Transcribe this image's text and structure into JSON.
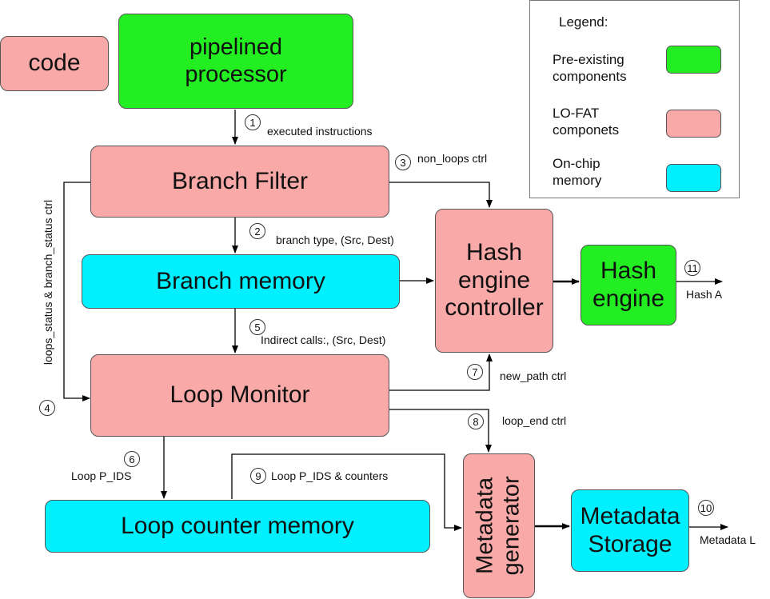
{
  "boxes": {
    "code": "code",
    "pipelined_processor": [
      "pipelined",
      "processor"
    ],
    "branch_filter": "Branch Filter",
    "branch_memory": "Branch memory",
    "loop_monitor": "Loop Monitor",
    "loop_counter_memory": "Loop counter memory",
    "hash_engine_controller": [
      "Hash",
      "engine",
      "controller"
    ],
    "hash_engine": [
      "Hash",
      "engine"
    ],
    "metadata_generator": [
      "Metadata",
      "generator"
    ],
    "metadata_storage": [
      "Metadata",
      "Storage"
    ]
  },
  "edges": {
    "e1": {
      "num": "1",
      "label": "executed instructions"
    },
    "e2": {
      "num": "2",
      "label": "branch type, (Src, Dest)"
    },
    "e3": {
      "num": "3",
      "label": "non_loops ctrl"
    },
    "e4": {
      "num": "4",
      "label": "loops_status & branch_status ctrl"
    },
    "e5": {
      "num": "5",
      "label": "Indirect calls:, (Src, Dest)"
    },
    "e6": {
      "num": "6",
      "label": "Loop P_IDS"
    },
    "e7": {
      "num": "7",
      "label": "new_path ctrl"
    },
    "e8": {
      "num": "8",
      "label": "loop_end ctrl"
    },
    "e9": {
      "num": "9",
      "label": "Loop P_IDS & counters"
    },
    "e10": {
      "num": "10",
      "label": "Metadata L"
    },
    "e11": {
      "num": "11",
      "label": "Hash A"
    }
  },
  "legend": {
    "title": "Legend:",
    "items": [
      {
        "label": [
          "Pre-existing",
          "components"
        ],
        "color": "#22ee22"
      },
      {
        "label": [
          "LO-FAT",
          "componets"
        ],
        "color": "#f9a9a8"
      },
      {
        "label": [
          "On-chip",
          "memory"
        ],
        "color": "#00f0ff"
      }
    ]
  },
  "colors": {
    "pre_existing": "#22ee22",
    "lofat": "#f9a9a8",
    "onchip": "#00f0ff"
  }
}
